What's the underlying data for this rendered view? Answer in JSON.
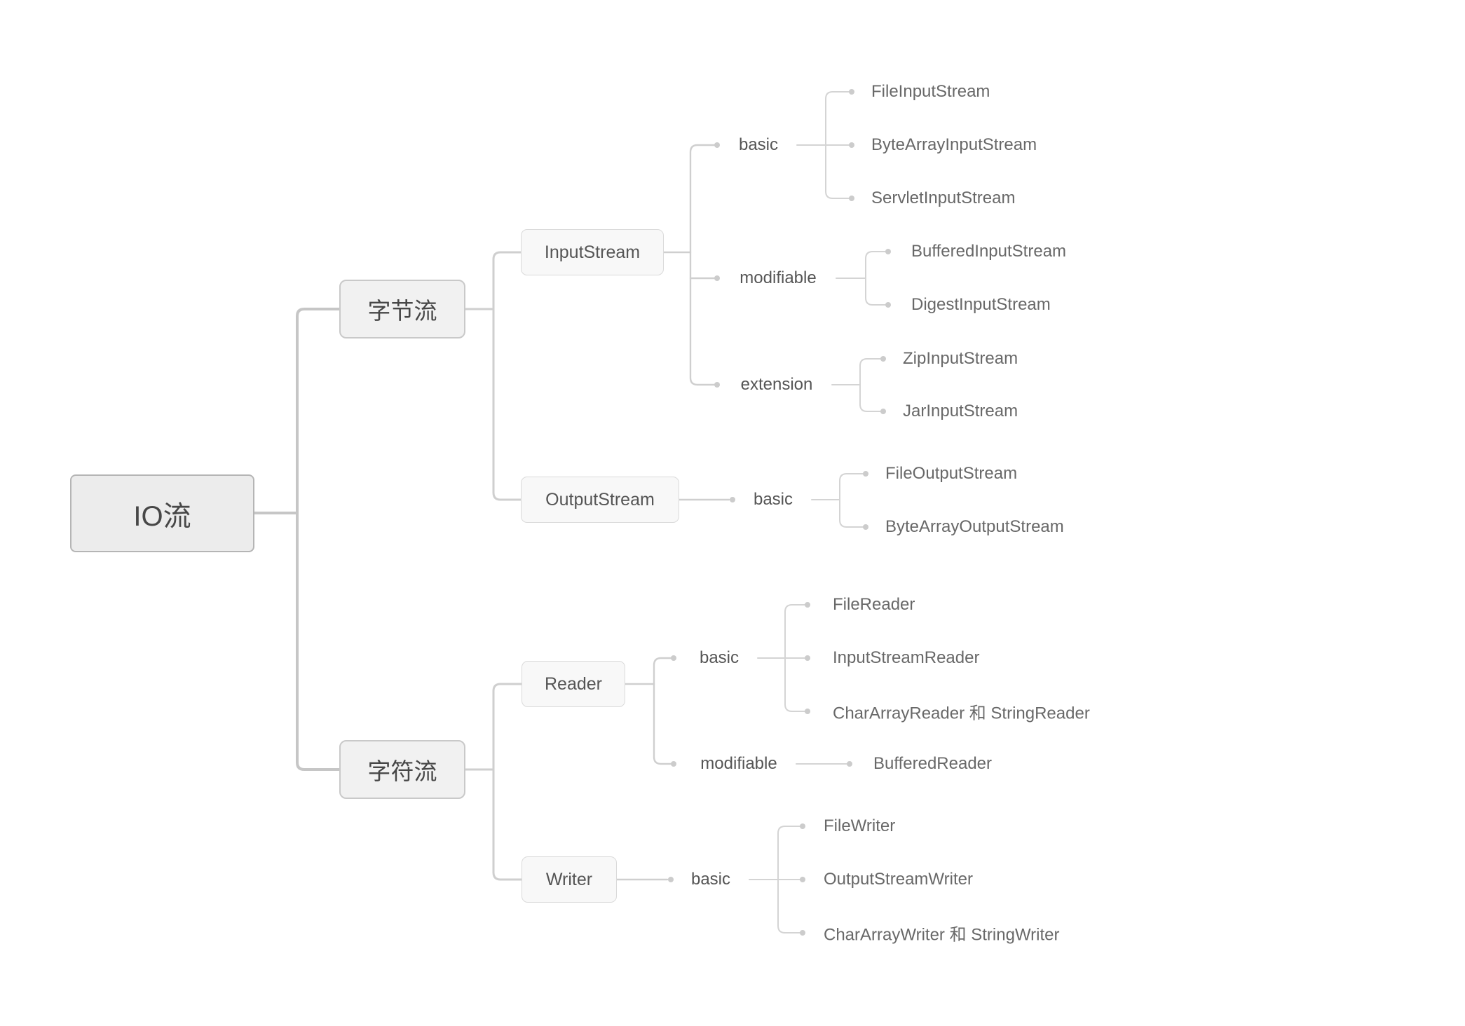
{
  "colors": {
    "background": "#ffffff",
    "line_strong": "#c6c6c6",
    "line": "#cfcfcf",
    "line_thin": "#d4d4d4",
    "dot": "#cccccc",
    "root_fill": "#ececec",
    "root_border": "#b5b5b5",
    "branch_fill": "#f1f1f1",
    "branch_border": "#c9c9c9",
    "class_fill": "#f8f8f8",
    "class_border": "#dadada",
    "text_dark": "#474747",
    "text_medium": "#555555",
    "text_light": "#686868"
  },
  "mindmap": {
    "root": {
      "label": "IO流"
    },
    "byte_stream": {
      "label": "字节流",
      "input_stream": {
        "label": "InputStream",
        "basic": {
          "label": "basic",
          "children": [
            "FileInputStream",
            "ByteArrayInputStream",
            "ServletInputStream"
          ]
        },
        "modifiable": {
          "label": "modifiable",
          "children": [
            "BufferedInputStream",
            "DigestInputStream"
          ]
        },
        "extension": {
          "label": "extension",
          "children": [
            "ZipInputStream",
            "JarInputStream"
          ]
        }
      },
      "output_stream": {
        "label": "OutputStream",
        "basic": {
          "label": "basic",
          "children": [
            "FileOutputStream",
            "ByteArrayOutputStream"
          ]
        }
      }
    },
    "char_stream": {
      "label": "字符流",
      "reader": {
        "label": "Reader",
        "basic": {
          "label": "basic",
          "children": [
            "FileReader",
            "InputStreamReader",
            "CharArrayReader 和 StringReader"
          ]
        },
        "modifiable": {
          "label": "modifiable",
          "children": [
            "BufferedReader"
          ]
        }
      },
      "writer": {
        "label": "Writer",
        "basic": {
          "label": "basic",
          "children": [
            "FileWriter",
            "OutputStreamWriter",
            "CharArrayWriter 和 StringWriter"
          ]
        }
      }
    }
  }
}
